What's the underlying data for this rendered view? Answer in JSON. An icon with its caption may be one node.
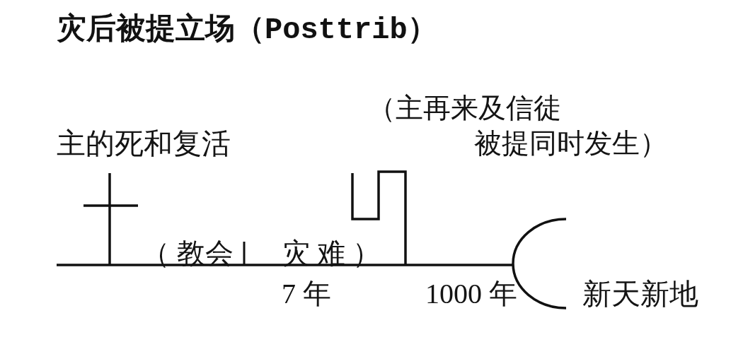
{
  "diagram": {
    "title": "灾后被提立场（Posttrib）",
    "labels": [
      "（主再来及信徒被提同时发生）",
      "主的死和复活",
      "（ 教会",
      "灾 难 ）",
      "7 年",
      "1000 年",
      "新天新地"
    ]
  }
}
